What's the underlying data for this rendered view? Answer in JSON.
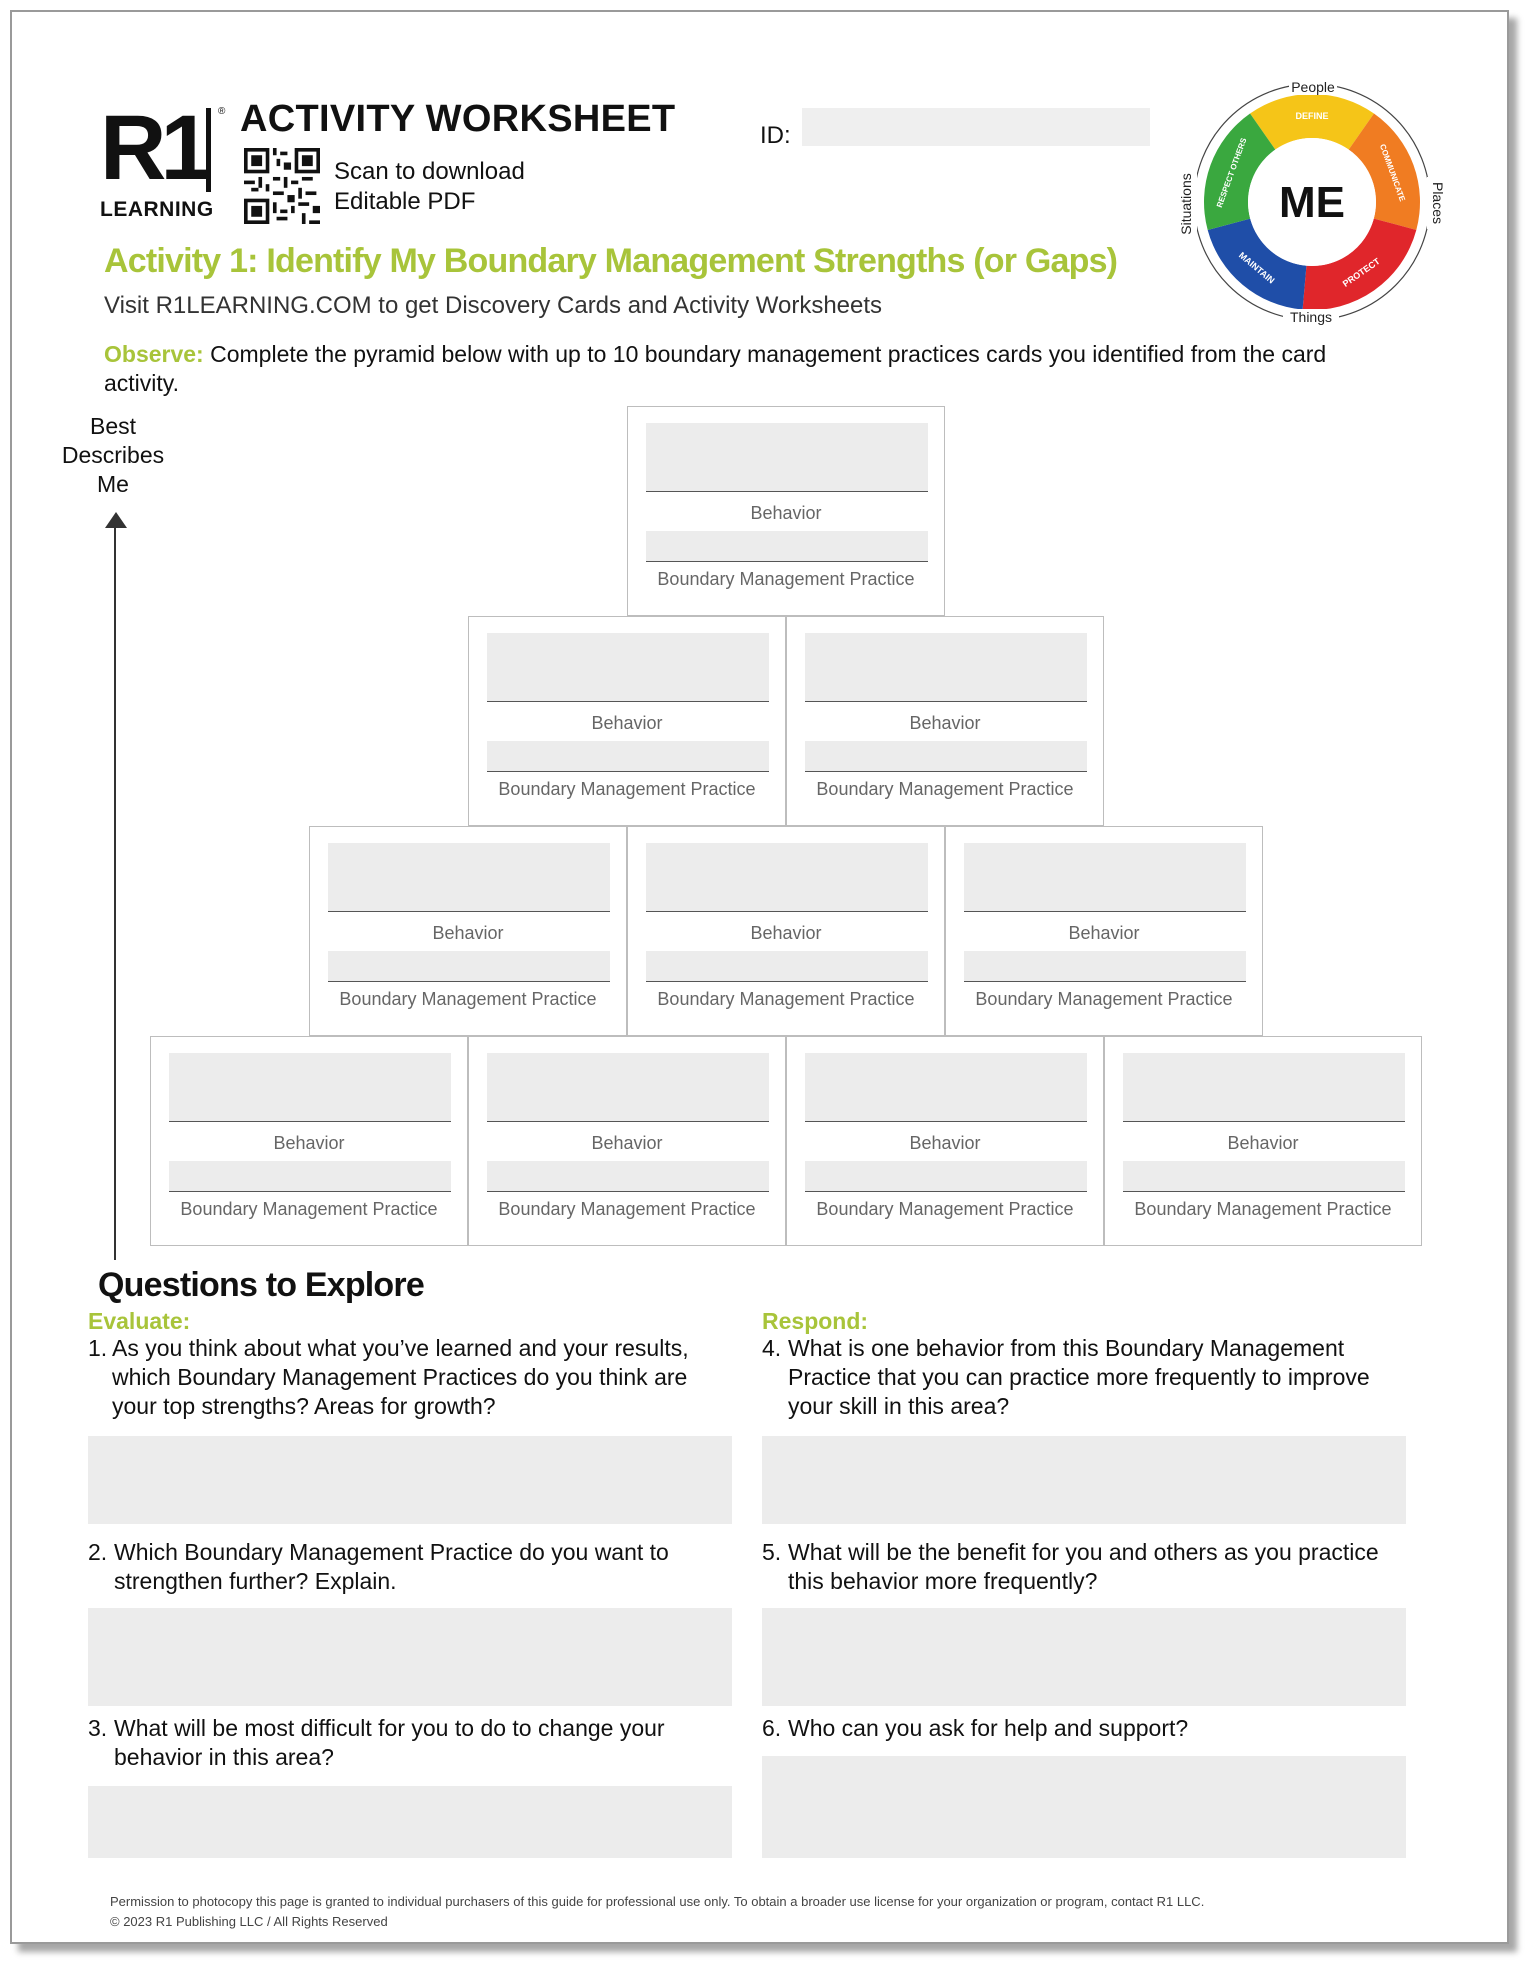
{
  "header": {
    "logo_mark": "R1",
    "logo_registered": "®",
    "logo_text": "LEARNING",
    "worksheet_title": "ACTIVITY WORKSHEET",
    "scan_line1": "Scan to download",
    "scan_line2": "Editable PDF",
    "id_label": "ID:",
    "id_value": ""
  },
  "wheel": {
    "center": "ME",
    "outer_labels": [
      "People",
      "Places",
      "Things",
      "Situations"
    ],
    "segments": [
      {
        "label": "DEFINE",
        "color": "#f5c518"
      },
      {
        "label": "COMMUNICATE",
        "color": "#f07c22"
      },
      {
        "label": "PROTECT",
        "color": "#e0262b"
      },
      {
        "label": "MAINTAIN",
        "color": "#1f4ea8"
      },
      {
        "label": "RESPECT OTHERS",
        "color": "#3aa83f"
      }
    ]
  },
  "activity": {
    "title": "Activity 1: Identify My Boundary Management Strengths (or Gaps)",
    "visit": "Visit R1LEARNING.COM to get Discovery Cards and Activity Worksheets",
    "observe_label": "Observe:",
    "observe_text": " Complete the pyramid below with up to 10 boundary management practices cards you identified from the card activity."
  },
  "pyramid": {
    "axis_label_lines": [
      "Best",
      "Describes",
      "Me"
    ],
    "card_label_behavior": "Behavior",
    "card_label_practice": "Boundary Management Practice",
    "rows": [
      1,
      2,
      3,
      4
    ]
  },
  "questions": {
    "title": "Questions to Explore",
    "evaluate_label": "Evaluate:",
    "respond_label": "Respond:",
    "items": [
      {
        "num": "1.",
        "text": "As you think about what you’ve learned and your results, which Boundary Management Practices do you think are your top strengths? Areas for growth?"
      },
      {
        "num": "2.",
        "text": "Which Boundary Management Practice do you want to strengthen further? Explain."
      },
      {
        "num": "3.",
        "text": "What will be most difficult for you to do to change your behavior in this area?"
      },
      {
        "num": "4.",
        "text": "What is one behavior from this Boundary Management Practice that you can practice more frequently to improve your skill in this area?"
      },
      {
        "num": "5.",
        "text": "What will be the benefit for you and others as you practice this behavior more frequently?"
      },
      {
        "num": "6.",
        "text": "Who can you ask for help and support?"
      }
    ]
  },
  "footer": {
    "line1": "Permission to photocopy this page is granted to individual purchasers of this guide for professional use only. To obtain a broader use license for your organization or program, contact R1 LLC.",
    "line2": "© 2023 R1 Publishing LLC / All Rights Reserved"
  }
}
